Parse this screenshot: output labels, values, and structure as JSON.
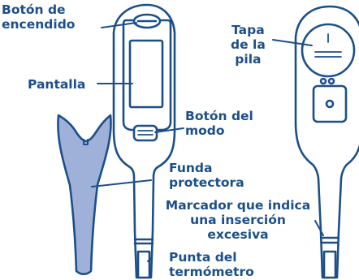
{
  "labels": {
    "power_button": [
      "Botón de",
      "encendido"
    ],
    "display": "Pantalla",
    "mode_button": [
      "Botón del",
      "modo"
    ],
    "protective_case": [
      "Funda",
      "protectora"
    ],
    "thermometer_tip": [
      "Punta del",
      "termómetro"
    ],
    "battery_cover": [
      "Tapa",
      "de la",
      "pila"
    ],
    "insertion_marker": [
      "Marcador que indica",
      "una inserción",
      "excesiva"
    ]
  },
  "colors": {
    "outline": "#1c4f8a",
    "label": "#1c4f8a",
    "case_fill": "#9fb1d8",
    "body_fill": "#ffffff"
  }
}
